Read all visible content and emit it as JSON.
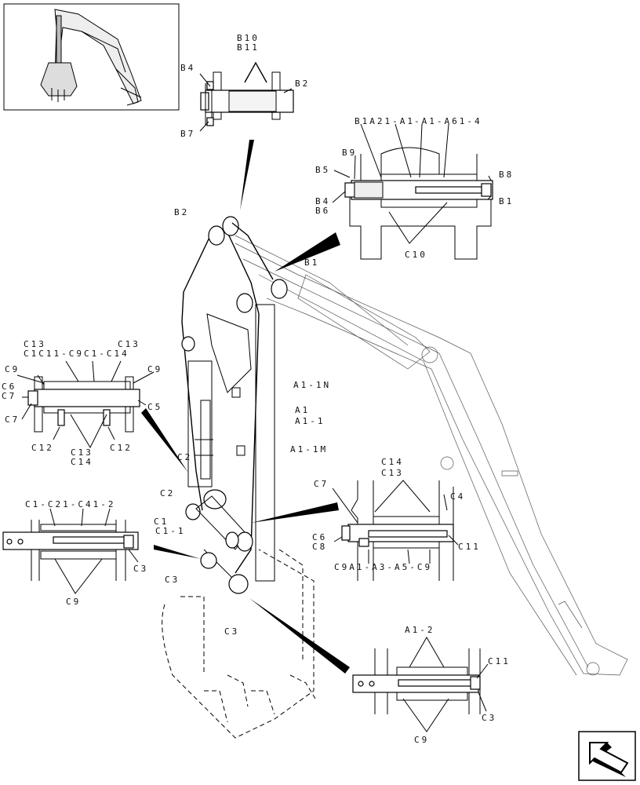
{
  "labels": {
    "b10": "B10",
    "b11": "B11",
    "b4_top": "B4",
    "b2_top": "B2",
    "b7": "B7",
    "b1a21": "B1A21-A1",
    "a1a61": "-A1-A61-4",
    "b9": "B9",
    "b5": "B5",
    "b8": "B8",
    "b4_right": "B4",
    "b6": "B6",
    "b1_right": "B1",
    "c10": "C10",
    "b2_main": "B2",
    "b1_main": "B1",
    "c13_l": "C13",
    "c1c11": "C1C11-C9C1-C14",
    "c9_l1": "C9",
    "c9_l2": "C9",
    "c6_l": "C6",
    "c7_l1": "C7",
    "c7_l2": "C7",
    "c5": "C5",
    "c12_l1": "C12",
    "c12_l2": "C12",
    "c13_l2": "C13",
    "c14_l": "C14",
    "a1_1n": "A1-1N",
    "a1": "A1",
    "a1_1": "A1-1",
    "a1_1m": "A1-1M",
    "c2_a": "C2",
    "c2_b": "C2",
    "c1": "C1",
    "c1_1": "C1-1",
    "c3_a": "C3",
    "c3_b": "C3",
    "c1c21": "C1-C21-C41-2",
    "c3_l": "C3",
    "c9_lb": "C9",
    "c14_r": "C14",
    "c13_r": "C13",
    "c7_r": "C7",
    "c4_r": "C4",
    "c6_r": "C6",
    "c8_r": "C8",
    "c11_r": "C11",
    "c9a1": "C9A1-A3-A5-C9",
    "a1_2": "A1-2",
    "c11_br": "C11",
    "c3_br": "C3",
    "c9_br": "C9"
  },
  "icons": {
    "thumbnail": "excavator-thumbnail",
    "nav": "nav-arrow-icon"
  }
}
